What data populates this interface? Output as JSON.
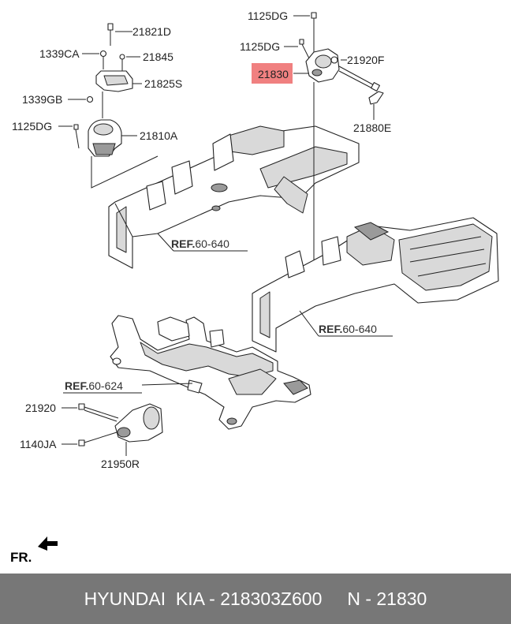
{
  "labels": {
    "l_21821D": "21821D",
    "l_1339CA": "1339CA",
    "l_21845": "21845",
    "l_21825S": "21825S",
    "l_1339GB": "1339GB",
    "l_1125DG_a": "1125DG",
    "l_21810A": "21810A",
    "l_1125DG_b": "1125DG",
    "l_1125DG_c": "1125DG",
    "l_21830": "21830",
    "l_21920F": "21920F",
    "l_21880E": "21880E",
    "l_21920": "21920",
    "l_1140JA": "1140JA",
    "l_21950R": "21950R"
  },
  "refs": {
    "ref1": {
      "bold": "REF.",
      "num": "60-640"
    },
    "ref2": {
      "bold": "REF.",
      "num": "60-640"
    },
    "ref3": {
      "bold": "REF.",
      "num": "60-624"
    }
  },
  "fr_label": "FR.",
  "highlight_color": "#f08080",
  "footer": {
    "brand": "HYUNDAI  KIA - ",
    "part_number": "218303Z600",
    "gap": "     ",
    "position": "N - 21830"
  }
}
